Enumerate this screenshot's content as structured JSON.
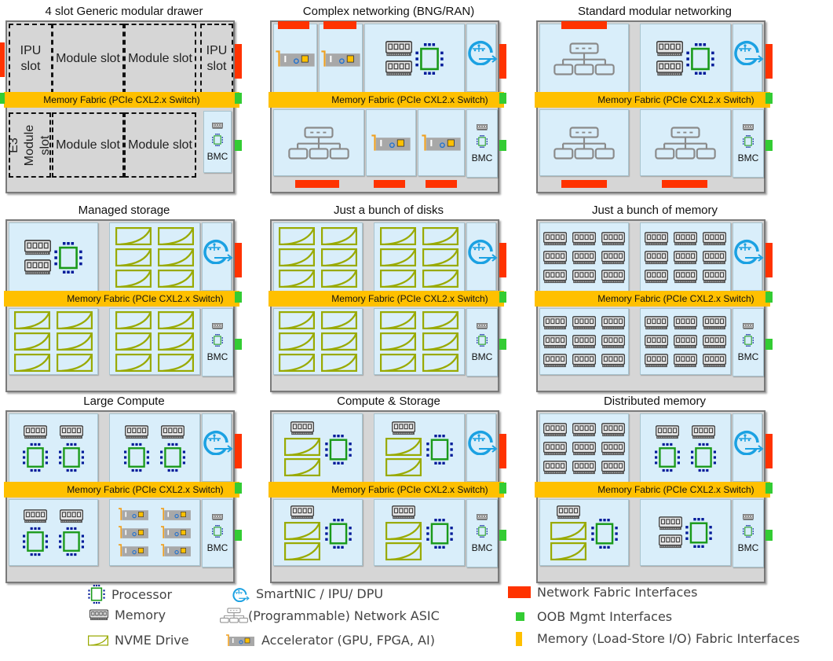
{
  "fabric_label": "Memory Fabric (PCIe CXL2.x Switch)",
  "bmc_label": "BMC",
  "colors": {
    "network_fabric": "#ff3300",
    "oob_mgmt": "#33cc33",
    "memory_fabric": "#ffc000",
    "module_bg": "#d9eefa",
    "chassis_bg": "#d6d6d6",
    "processor_outline": "#1a9a1a",
    "processor_pins": "#001a99",
    "nvme": "#99aa00",
    "smartnic": "#1ba1e2"
  },
  "panels": [
    {
      "title": "4 slot Generic modular drawer",
      "slots": [
        "IPU slot",
        "Module slot",
        "Module slot",
        "IPU slot",
        "E3 Module slot",
        "Module slot",
        "Module slot"
      ]
    },
    {
      "title": "Complex networking (BNG/RAN)",
      "modules": [
        "accelerator",
        "accelerator",
        "memory+processor",
        "smartnic",
        "network-asic",
        "accelerator",
        "accelerator",
        "bmc"
      ]
    },
    {
      "title": "Standard modular networking",
      "modules": [
        "network-asic",
        "memory+processor",
        "smartnic",
        "network-asic",
        "network-asic",
        "bmc"
      ]
    },
    {
      "title": "Managed storage",
      "modules": [
        "memory+processor",
        "6x nvme",
        "smartnic",
        "6x nvme",
        "6x nvme",
        "bmc"
      ]
    },
    {
      "title": "Just a bunch of disks",
      "modules": [
        "6x nvme",
        "6x nvme",
        "smartnic",
        "6x nvme",
        "6x nvme",
        "bmc"
      ]
    },
    {
      "title": "Just a bunch of memory",
      "modules": [
        "9x memory",
        "9x memory",
        "smartnic",
        "9x memory",
        "9x memory",
        "bmc"
      ]
    },
    {
      "title": "Large Compute",
      "modules": [
        "2x memory+processor",
        "2x memory+processor",
        "smartnic",
        "2x memory+processor",
        "6x accelerator",
        "bmc"
      ]
    },
    {
      "title": "Compute & Storage",
      "modules": [
        "memory+2 nvme+processor",
        "memory+2 nvme+processor",
        "smartnic",
        "memory+2 nvme+processor",
        "memory+2 nvme+processor",
        "bmc"
      ]
    },
    {
      "title": "Distributed memory",
      "modules": [
        "9x memory",
        "2x memory+processor",
        "smartnic",
        "memory+2 nvme+processor",
        "2 memory+processor",
        "bmc"
      ]
    }
  ],
  "legend": {
    "processor": "Processor",
    "memory": "Memory",
    "nvme": "NVME Drive",
    "smartnic": "SmartNIC / IPU/ DPU",
    "network_asic": "(Programmable) Network ASIC",
    "accelerator": "Accelerator (GPU, FPGA, AI)",
    "network_fabric": "Network Fabric Interfaces",
    "oob": "OOB Mgmt Interfaces",
    "memory_fabric": "Memory (Load-Store I/O) Fabric Interfaces"
  }
}
